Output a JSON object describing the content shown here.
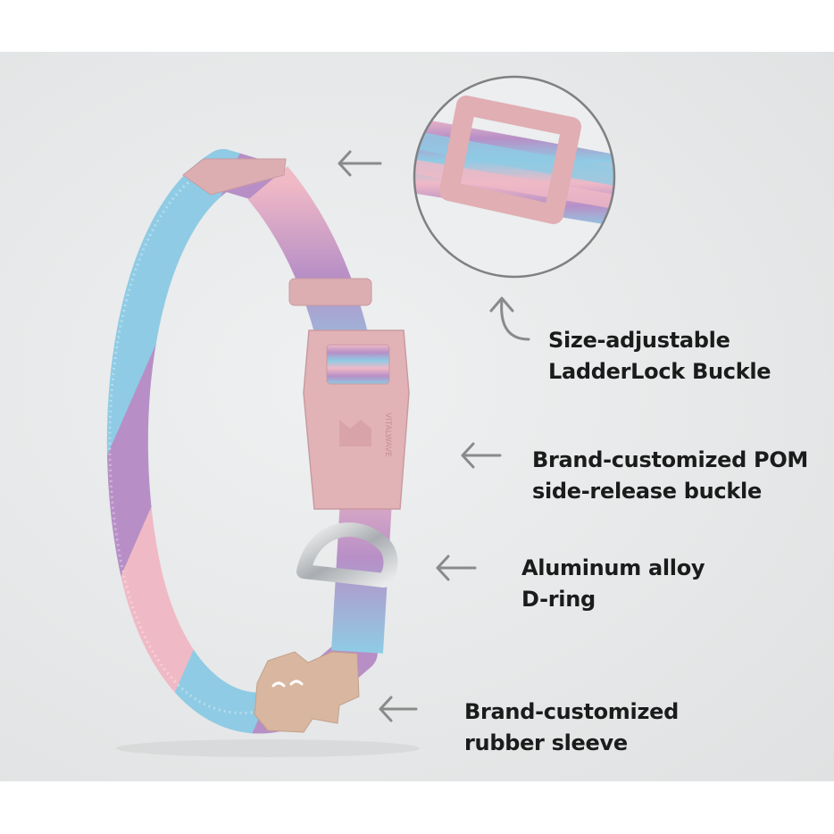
{
  "colors": {
    "background": "#e6e8e9",
    "strap_pink": "#f0b9c6",
    "strap_blue": "#8fcbe4",
    "strap_purple": "#b78fc6",
    "buckle_pink": "#e2b3b6",
    "sleeve_tan": "#d9b6a0",
    "arrow_gray": "#8a8a8a",
    "text": "#1b1b1b"
  },
  "buckle_emboss": "VITALWAVE",
  "callouts": {
    "ladderlock": {
      "line1": "Size-adjustable",
      "line2": "LadderLock Buckle",
      "arrow_icon": "curved-up-arrow-icon"
    },
    "side_release": {
      "line1": "Brand-customized POM",
      "line2": "side-release buckle",
      "arrow_icon": "left-arrow-icon"
    },
    "d_ring": {
      "line1": "Aluminum alloy",
      "line2": "D-ring",
      "arrow_icon": "left-arrow-icon"
    },
    "sleeve": {
      "line1": "Brand-customized",
      "line2": "rubber sleeve",
      "arrow_icon": "left-arrow-icon"
    }
  }
}
